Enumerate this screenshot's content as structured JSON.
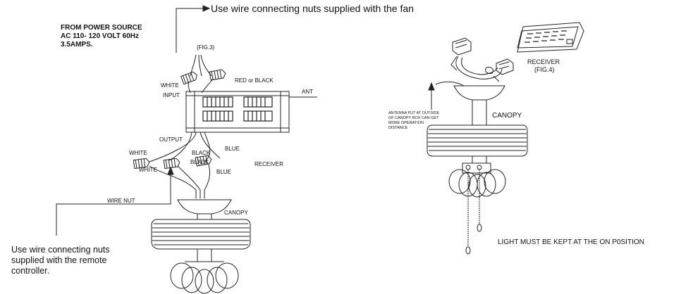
{
  "left": {
    "top_note": "Use wire connecting nuts supplied with the fan",
    "power_source": [
      "FROM POWER SOURCE",
      "AC 110- 120 VOLT 60Hz",
      "3.5AMPS."
    ],
    "fig3": "(FIG.3)",
    "white_top": "WHITE",
    "red_or_black": "RED or BLACK",
    "input": "INPUT",
    "ant": "ANT",
    "output": "OUTPUT",
    "white_a": "WHITE",
    "white_b": "WHITE",
    "black_a": "BLACK",
    "black_b": "BLACK",
    "blue_a": "BLUE",
    "blue_b": "BLUE",
    "receiver": "RECEIVER",
    "wire_nut": "WIRE NUT",
    "canopy": "CANOPY",
    "bottom_note": [
      "Use wire connecting nuts",
      "supplied with the remote",
      "controller."
    ]
  },
  "right": {
    "receiver": "RECEIVER",
    "fig4": "(FIG.4)",
    "antenna_note": [
      "ANTENNA PUT AT OUTSIDE",
      "OF CANOPY BOX CAN GET",
      "MORE OPERATION",
      "DISTANCE"
    ],
    "canopy": "CANOPY",
    "light_note": "LIGHT MUST BE KEPT AT THE ON P0SITION"
  }
}
